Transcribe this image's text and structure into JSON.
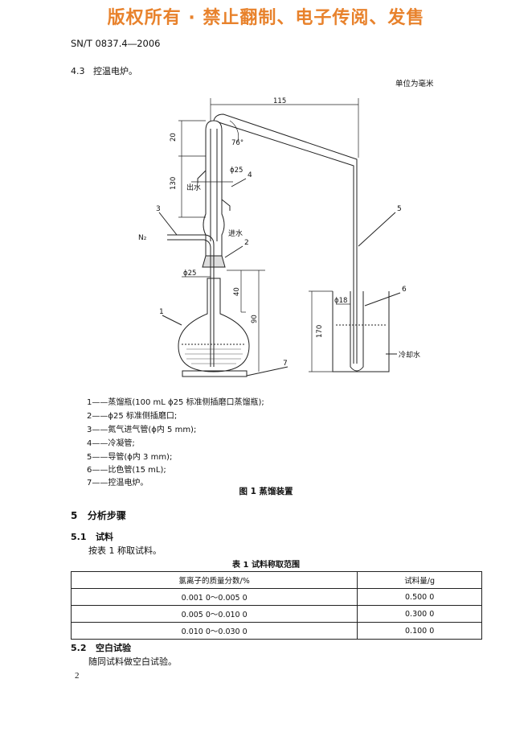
{
  "banner": "版权所有 ·   禁止翻制、电子传阅、发售",
  "header": {
    "standard": "SN/T 0837.4",
    "year": "2006"
  },
  "section_4_3": {
    "number": "4.3",
    "title": "控温电炉。"
  },
  "figure": {
    "unit_note": "单位为毫米",
    "dims": {
      "d115": "115",
      "d76": "76°",
      "d20": "20",
      "d130": "130",
      "d25a": "ϕ25",
      "d25b": "ϕ25",
      "d40": "40",
      "d90": "90",
      "d18": "ϕ18",
      "d170": "170"
    },
    "labels": {
      "outlet": "出水",
      "inlet": "进水",
      "n2": "N₂",
      "coolwater": "冷却水"
    },
    "callouts": [
      "1",
      "2",
      "3",
      "4",
      "5",
      "6",
      "7"
    ],
    "legend": [
      "1——蒸馏瓶(100 mL ϕ25 标准侧插磨口蒸馏瓶);",
      "2——ϕ25 标准侧插磨口;",
      "3——氮气进气管(ϕ内 5 mm);",
      "4——冷凝管;",
      "5——导管(ϕ内 3 mm);",
      "6——比色管(15 mL);",
      "7——控温电炉。"
    ],
    "caption": "图 1   蒸馏装置"
  },
  "section_5": {
    "number": "5",
    "title": "分析步骤"
  },
  "section_5_1": {
    "number": "5.1",
    "title": "试料",
    "body": "按表 1 称取试料。"
  },
  "table1": {
    "caption": "表 1   试料称取范围",
    "headers": [
      "氯离子的质量分数/%",
      "试料量/g"
    ],
    "rows": [
      [
        "0.001 0～0.005 0",
        "0.500 0"
      ],
      [
        "0.005 0～0.010 0",
        "0.300 0"
      ],
      [
        "0.010 0～0.030 0",
        "0.100 0"
      ]
    ]
  },
  "section_5_2": {
    "number": "5.2",
    "title": "空白试验",
    "body": "随同试料做空白试验。"
  },
  "page_number": "2",
  "colors": {
    "banner": "#e8822c"
  }
}
